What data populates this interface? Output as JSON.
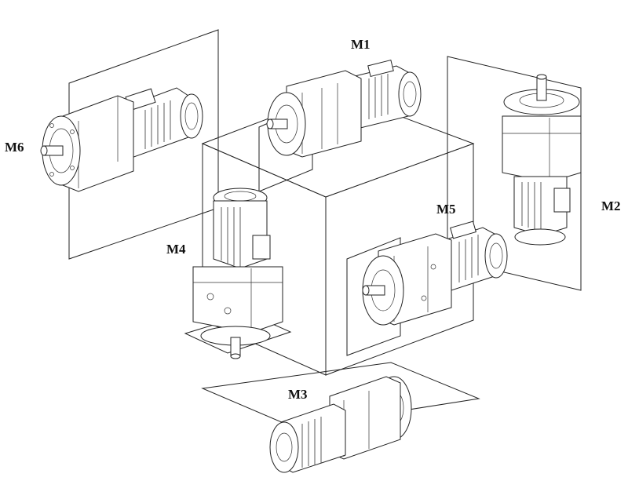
{
  "diagram": {
    "labels": {
      "m1": "M1",
      "m2": "M2",
      "m3": "M3",
      "m4": "M4",
      "m5": "M5",
      "m6": "M6"
    }
  }
}
